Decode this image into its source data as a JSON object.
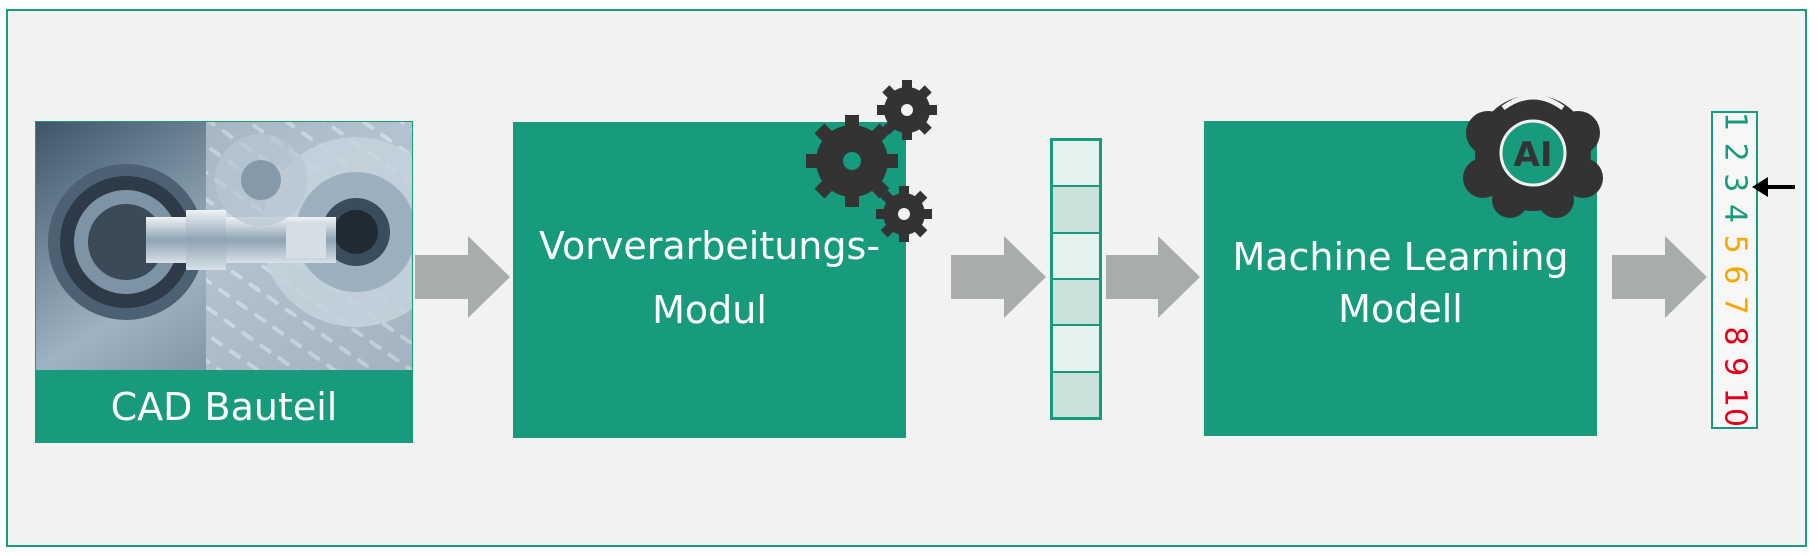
{
  "cad": {
    "label": "CAD Bauteil"
  },
  "preprocessing": {
    "label": "Vorverarbeitungs-\nModul"
  },
  "model": {
    "label": "Machine Learning\nModell",
    "badge": "AI"
  },
  "feature_vector": {
    "cell_colors": [
      "#e6f2ef",
      "#c9e1da",
      "#e6f2ef",
      "#c9e1da",
      "#e6f2ef",
      "#c9e1da"
    ]
  },
  "ranking": {
    "items": [
      {
        "label": "1",
        "color": "#189b7c"
      },
      {
        "label": "2",
        "color": "#189b7c"
      },
      {
        "label": "3",
        "color": "#189b7c"
      },
      {
        "label": "4",
        "color": "#189b7c"
      },
      {
        "label": "5",
        "color": "#f5a800"
      },
      {
        "label": "6",
        "color": "#f5a800"
      },
      {
        "label": "7",
        "color": "#f5a800"
      },
      {
        "label": "8",
        "color": "#e2001a"
      },
      {
        "label": "9",
        "color": "#e2001a"
      },
      {
        "label": "10",
        "color": "#e2001a"
      }
    ],
    "marker_index": 2
  },
  "colors": {
    "accent": "#189b7c",
    "arrow": "#a9acac",
    "icon": "#333333"
  },
  "icons": [
    "gears-icon",
    "ai-brain-icon",
    "arrow-left-icon"
  ]
}
